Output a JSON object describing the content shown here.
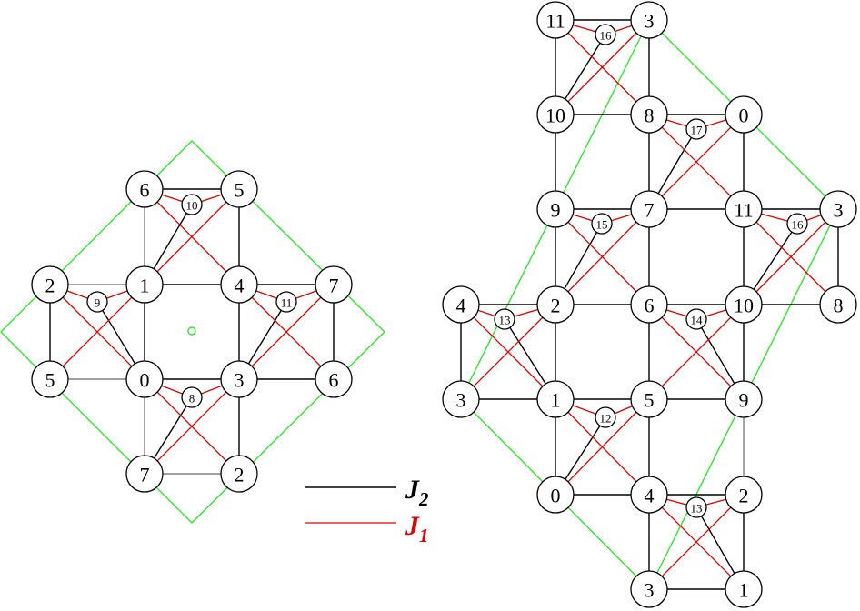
{
  "legend": [
    {
      "symbol": "J",
      "subscript": "2",
      "color": "#000000"
    },
    {
      "symbol": "J",
      "subscript": "1",
      "color": "#e00000"
    }
  ],
  "colors": {
    "J2": "#000000",
    "J1": "#e00000",
    "boundary": "#2ee82e"
  },
  "left_lattice": {
    "labels": [
      "6",
      "5",
      "10",
      "2",
      "1",
      "4",
      "7",
      "9",
      "11",
      "5",
      "0",
      "3",
      "6",
      "8",
      "7",
      "2"
    ]
  },
  "right_lattice": {
    "labels": [
      "11",
      "3",
      "16",
      "10",
      "8",
      "0",
      "17",
      "9",
      "7",
      "11",
      "3",
      "15",
      "16",
      "4",
      "2",
      "6",
      "10",
      "8",
      "13",
      "14",
      "3",
      "1",
      "5",
      "9",
      "12",
      "0",
      "4",
      "2",
      "13",
      "3",
      "1"
    ]
  }
}
